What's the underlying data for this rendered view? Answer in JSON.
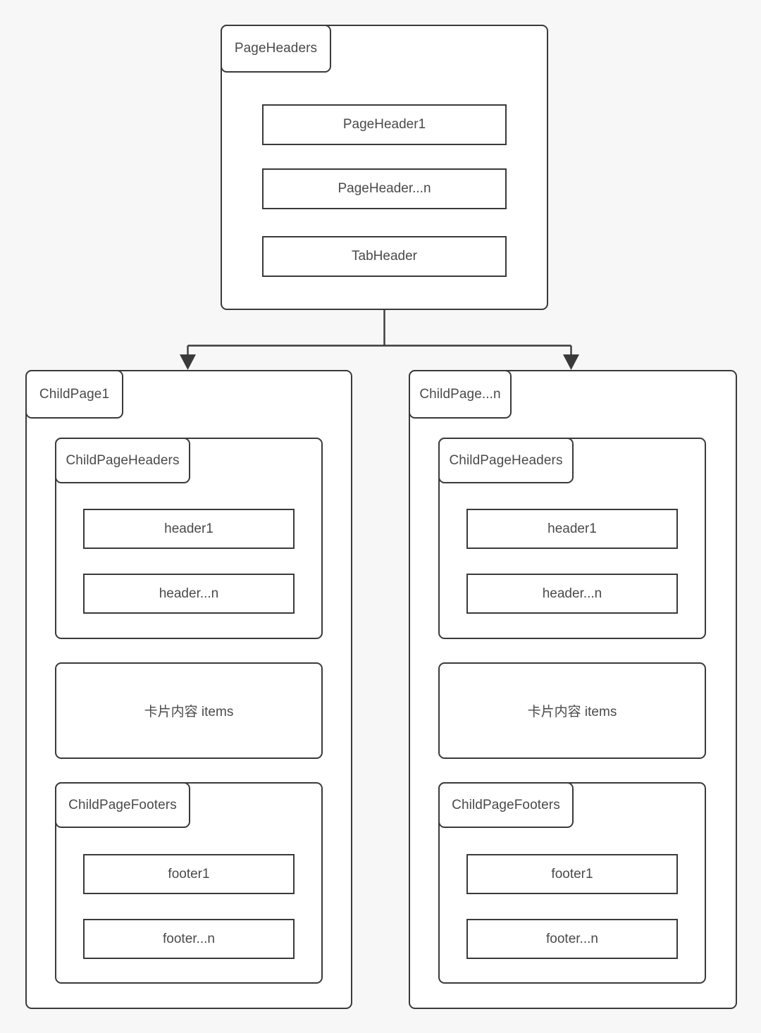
{
  "diagram": {
    "type": "hierarchy-nesting-diagram",
    "background_color": "#f7f7f7",
    "stroke_color": "#3a3a3a",
    "text_color": "#4a4a4a",
    "box_fill": "#ffffff"
  },
  "root": {
    "label": "PageHeaders",
    "items": [
      {
        "label": "PageHeader1"
      },
      {
        "label": "PageHeader...n"
      },
      {
        "label": "TabHeader"
      }
    ]
  },
  "connector": {
    "kind": "elbow-split-arrows",
    "arrow_count": 2,
    "arrowhead": "filled-triangle-down"
  },
  "children": [
    {
      "label": "ChildPage1",
      "headers_group": {
        "label": "ChildPageHeaders",
        "items": [
          {
            "label": "header1"
          },
          {
            "label": "header...n"
          }
        ]
      },
      "content_card": {
        "label": "卡片内容 items"
      },
      "footers_group": {
        "label": "ChildPageFooters",
        "items": [
          {
            "label": "footer1"
          },
          {
            "label": "footer...n"
          }
        ]
      }
    },
    {
      "label": "ChildPage...n",
      "headers_group": {
        "label": "ChildPageHeaders",
        "items": [
          {
            "label": "header1"
          },
          {
            "label": "header...n"
          }
        ]
      },
      "content_card": {
        "label": "卡片内容 items"
      },
      "footers_group": {
        "label": "ChildPageFooters",
        "items": [
          {
            "label": "footer1"
          },
          {
            "label": "footer...n"
          }
        ]
      }
    }
  ]
}
